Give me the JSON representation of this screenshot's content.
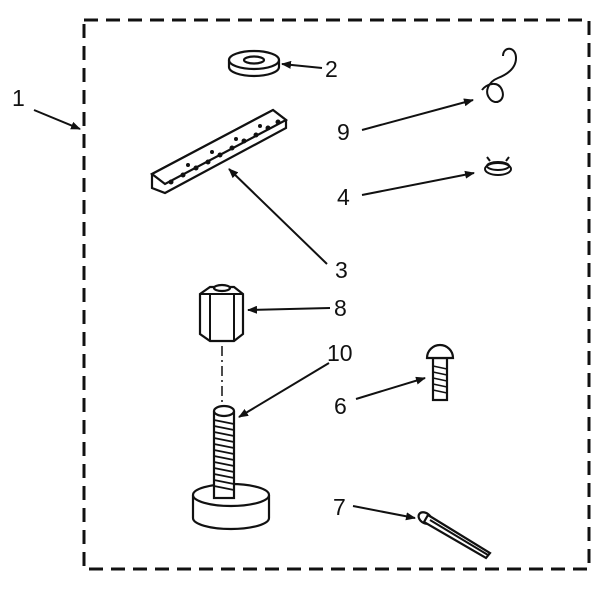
{
  "diagram": {
    "callouts": {
      "c1": "1",
      "c2": "2",
      "c3": "3",
      "c4": "4",
      "c6": "6",
      "c7": "7",
      "c8": "8",
      "c9": "9",
      "c10": "10"
    },
    "line_color": "#111111",
    "background": "#ffffff"
  }
}
